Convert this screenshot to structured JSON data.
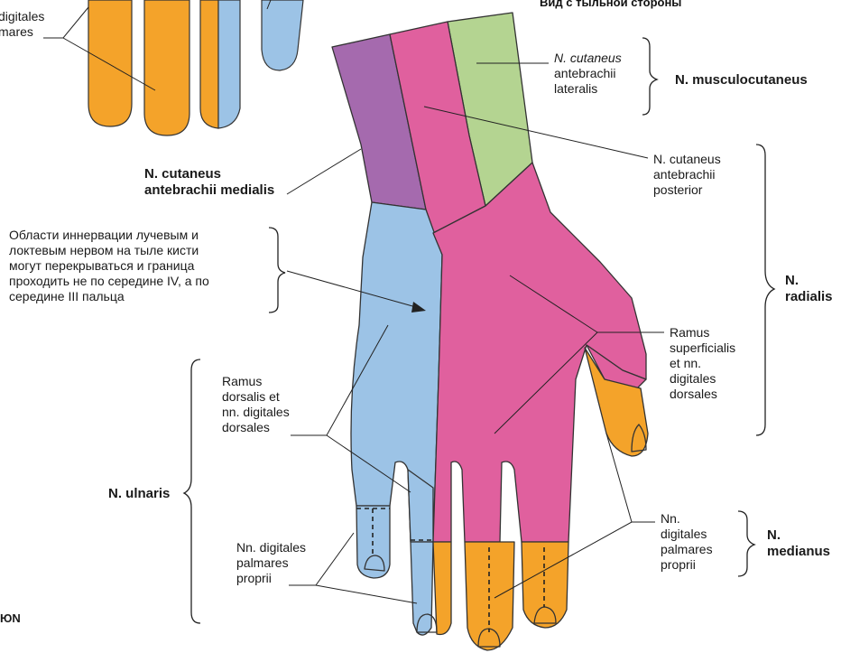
{
  "title_fragment": "Вид с тыльной стороны",
  "inset_label": [
    "digitales",
    "mares"
  ],
  "logo_text": "ЮN",
  "labels": {
    "cut_ant_lat": [
      "N. cutaneus",
      "antebrachii",
      "lateralis"
    ],
    "musculocutaneus": "N. musculocutaneus",
    "cut_ant_med": [
      "N. cutaneus",
      "antebrachii medialis"
    ],
    "cut_ant_post": [
      "N. cutaneus",
      "antebrachii",
      "posterior"
    ],
    "overlap_note": [
      "Области иннервации лучевым и",
      "локтевым нервом на тыле кисти",
      "могут перекрываться и граница",
      "проходить не по середине IV, а по",
      "середине III пальца"
    ],
    "radialis": [
      "N.",
      "radialis"
    ],
    "ramus_superf": [
      "Ramus",
      "superficialis",
      "et nn.",
      "digitales",
      "dorsales"
    ],
    "ramus_dors": [
      "Ramus",
      "dorsalis et",
      "nn. digitales",
      "dorsales"
    ],
    "ulnaris": "N. ulnaris",
    "digit_pal_left": [
      "Nn. digitales",
      "palmares",
      "proprii"
    ],
    "digit_pal_right": [
      "Nn.",
      "digitales",
      "palmares",
      "proprii"
    ],
    "medianus": [
      "N.",
      "medianus"
    ]
  },
  "colors": {
    "radial_pink": "#e0609e",
    "ulnar_blue": "#9cc3e6",
    "median_orange": "#f4a32a",
    "medial_purple": "#a56aae",
    "lateral_green": "#b4d491",
    "outline": "#333333"
  }
}
